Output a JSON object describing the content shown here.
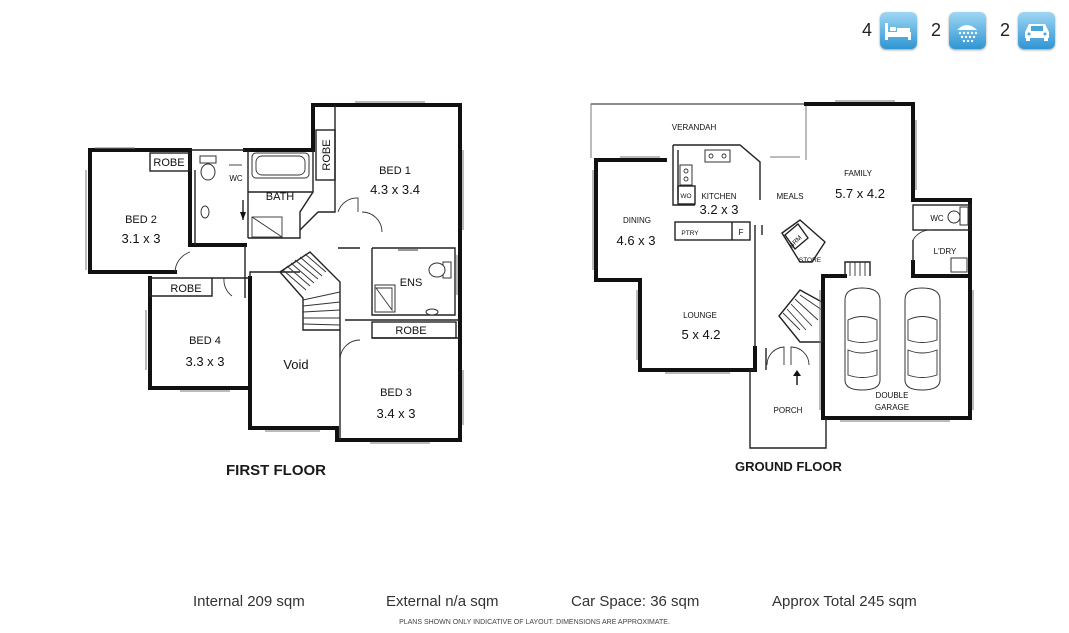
{
  "badges": [
    {
      "count": "4",
      "icon": "bed-icon"
    },
    {
      "count": "2",
      "icon": "shower-icon"
    },
    {
      "count": "2",
      "icon": "car-icon"
    }
  ],
  "first_floor": {
    "title": "FIRST FLOOR",
    "rooms": {
      "robe_top": "ROBE",
      "wc": "WC",
      "bath": "BATH",
      "robe_vertical": "ROBE",
      "bed1_name": "BED 1",
      "bed1_size": "4.3 x 3.4",
      "bed2_name": "BED 2",
      "bed2_size": "3.1 x 3",
      "ens": "ENS",
      "robe_left": "ROBE",
      "robe_bed3": "ROBE",
      "bed4_name": "BED 4",
      "bed4_size": "3.3 x 3",
      "void": "Void",
      "bed3_name": "BED 3",
      "bed3_size": "3.4 x 3"
    }
  },
  "ground_floor": {
    "title": "GROUND FLOOR",
    "rooms": {
      "verandah": "VERANDAH",
      "kitchen_name": "KITCHEN",
      "kitchen_size": "3.2 x 3",
      "wo": "WO",
      "meals": "MEALS",
      "family_name": "FAMILY",
      "family_size": "5.7 x 4.2",
      "dining_name": "DINING",
      "dining_size": "4.6 x 3",
      "ptry": "PTRY",
      "fridge": "F",
      "wc": "WC",
      "ldry": "L'DRY",
      "brm": "BRM",
      "store": "STORE",
      "lounge_name": "LOUNGE",
      "lounge_size": "5 x 4.2",
      "porch": "PORCH",
      "garage_line1": "DOUBLE",
      "garage_line2": "GARAGE"
    }
  },
  "footer": {
    "internal": "Internal   209 sqm",
    "external": "External  n/a sqm",
    "car_space": "Car Space: 36 sqm",
    "approx_total": "Approx Total   245 sqm",
    "disclaimer": "PLANS SHOWN ONLY INDICATIVE OF LAYOUT.  DIMENSIONS ARE APPROXIMATE."
  }
}
